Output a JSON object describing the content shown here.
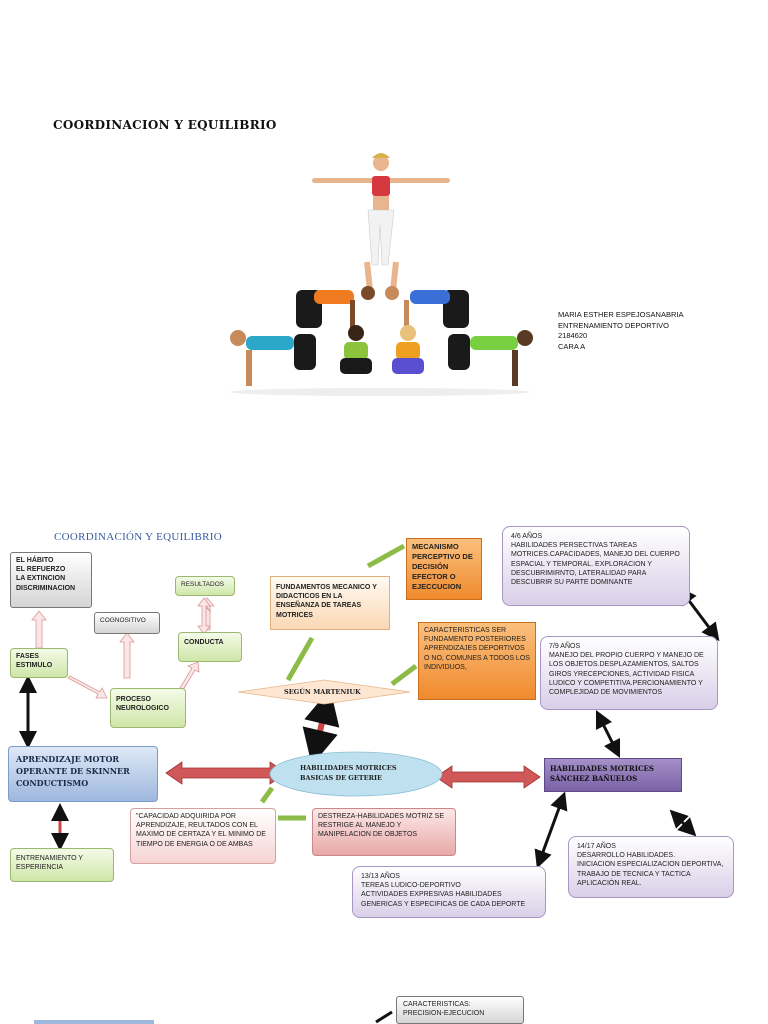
{
  "page1": {
    "title": "COORDINACION Y EQUILIBRIO",
    "author_lines": [
      "MARIA ESTHER ESPEJOSANABRIA",
      "ENTRENAMIENTO DEPORTIVO",
      "2184620",
      "CARA A"
    ]
  },
  "diagram": {
    "title": "COORDINACIÓN Y EQUILIBRIO",
    "nodes": {
      "habito": [
        "EL HÁBITO",
        "EL REFUERZO",
        "LA EXTINCION",
        "DISCRIMINACION"
      ],
      "resultados": "RESULTADOS",
      "cognositivo": "COGNOSITIVO",
      "conducta": "CONDUCTA",
      "fases": "FASES ESTIMULO",
      "proceso": "PROCESO NEUROLOGICO",
      "aprendizaje": "APRENDIZAJE MOTOR OPERANTE DE SKINNER CONDUCTISMO",
      "entrenamiento": "ENTRENAMIENTO Y ESPERIENCIA",
      "capacidad": "\"CAPACIDAD ADQUIRIDA POR APRENDIZAJE, REULTADOS CON EL MAXIMO DE CERTAZA Y EL MINIMO DE TIEMPO DE ENERGIA O DE AMBAS",
      "destreza": "DESTREZA-HABILIDADES MOTRIZ SE RESTRIGE AL MANEJO Y MANIPELACION DE OBJETOS",
      "fundamentos": "FUNDAMENTOS MECANICO Y DIDACTICOS EN LA ENSEÑANZA DE TAREAS MOTRICES",
      "mecanismo": "MECANISMO PERCEPTIVO DE DECISIÓN EFECTOR O EJECCUCION",
      "caracteristicas": "CARACTERISTICAS SER FUNDAMENTO POSTERIORES APRENDIZAJES DEPORTIVOS O NO, COMUNES A TODOS LOS INDIVIDUOS,",
      "marteniuk": "SEGÚN MARTENIUK",
      "basicas": "HABILIDADES MOTRICES BASICAS DE GETERIE",
      "sanchez": "HABILIDADES MOTRICES SÁNCHEZ BAÑUELOS",
      "age_4_6": [
        "4/6 AÑOS",
        "HABILIDADES PERSECTIVAS TAREAS MOTRICES.CAPACIDADES, MANEJO DEL CUERPO ESPACIAL Y TEMPORAL. EXPLORACION Y DESCUBRIMIRNTO, LATERALIDAD PARA DESCUBRIR SU PARTE DOMINANTE"
      ],
      "age_7_9": [
        "7/9 AÑOS",
        "MANEJO DEL PROPIO CUERPO Y MANEJO DE LOS OBJETOS.DESPLAZAMIENTOS, SALTOS GIROS YRECEPCIONES, ACTIVIDAD FISICA LUDICO Y COMPETITIVA.PERCIONAMIENTO Y COMPLEJIDAD DE MOVIMIENTOS"
      ],
      "age_14_17": [
        "14/17 AÑOS",
        "DESARROLLO HABILIDADES.",
        "INICIACION ESPECIALIZACION DEPORTIVA,",
        "TRABAJO DE TECNICA Y TACTICA",
        "APLICACIÓN REAL."
      ],
      "age_13": [
        "13/13 AÑOS",
        "TEREAS LUDICO-DEPORTIVO",
        "ACTIVIDADES EXPRESIVAS HABILIDADES GENERICAS Y ESPECIFICAS DE CADA DEPORTE"
      ],
      "bottom": [
        "CARACTERISTICAS:",
        "PRECISION-EJECUCION"
      ]
    }
  }
}
